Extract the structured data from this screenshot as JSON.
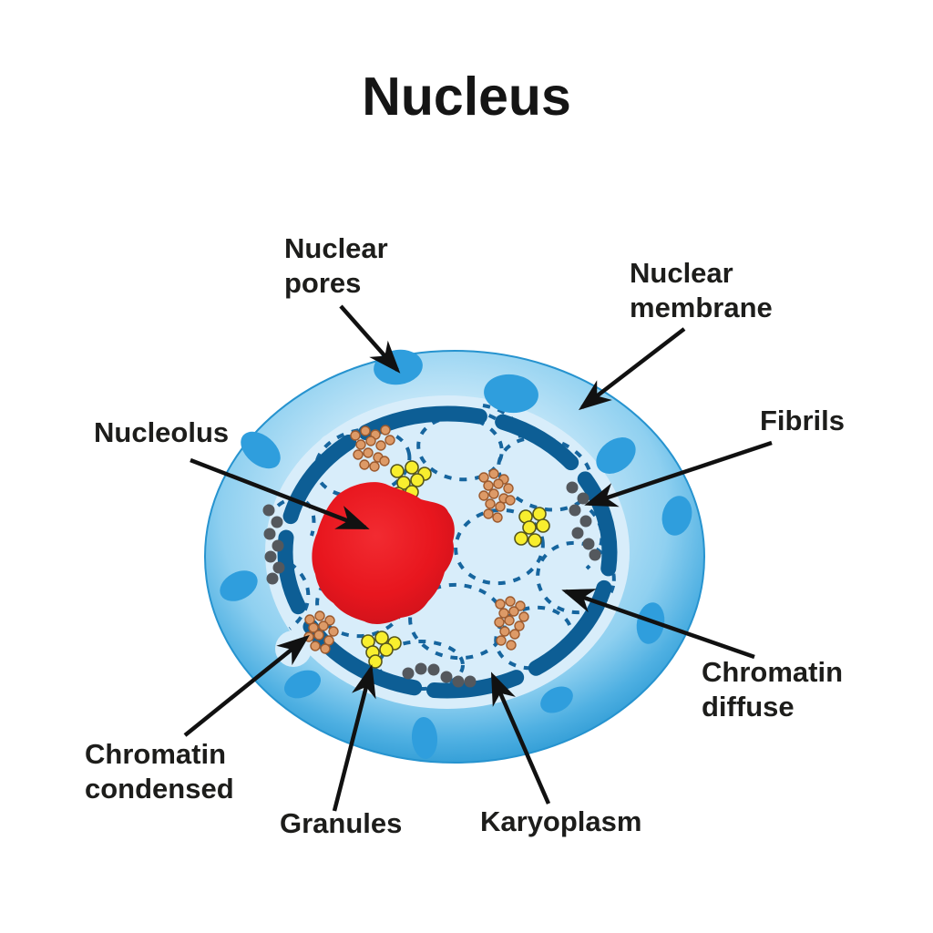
{
  "title": "Nucleus",
  "labels": {
    "nuclear_pores": "Nuclear\npores",
    "nuclear_membrane": "Nuclear\nmembrane",
    "fibrils": "Fibrils",
    "nucleolus": "Nucleolus",
    "chromatin_diffuse": "Chromatin\ndiffuse",
    "chromatin_condensed": "Chromatin\ncondensed",
    "granules": "Granules",
    "karyoplasm": "Karyoplasm"
  },
  "colors": {
    "background": "#ffffff",
    "label_text": "#1d1d1b",
    "cell_body_light": "#c3e6f8",
    "cell_body_edge": "#2d9ad4",
    "nuclear_pore": "#2f9edd",
    "nuclear_membrane": "#0d5e95",
    "karyoplasm_fill": "#d8edfa",
    "chromatin_dash": "#16659e",
    "nucleolus_red": "#e8161e",
    "chromatin_condensed_dot": "#dd9a67",
    "granule_yellow": "#f8ee2e",
    "fibril_gray": "#54585d",
    "arrow": "#111111"
  }
}
